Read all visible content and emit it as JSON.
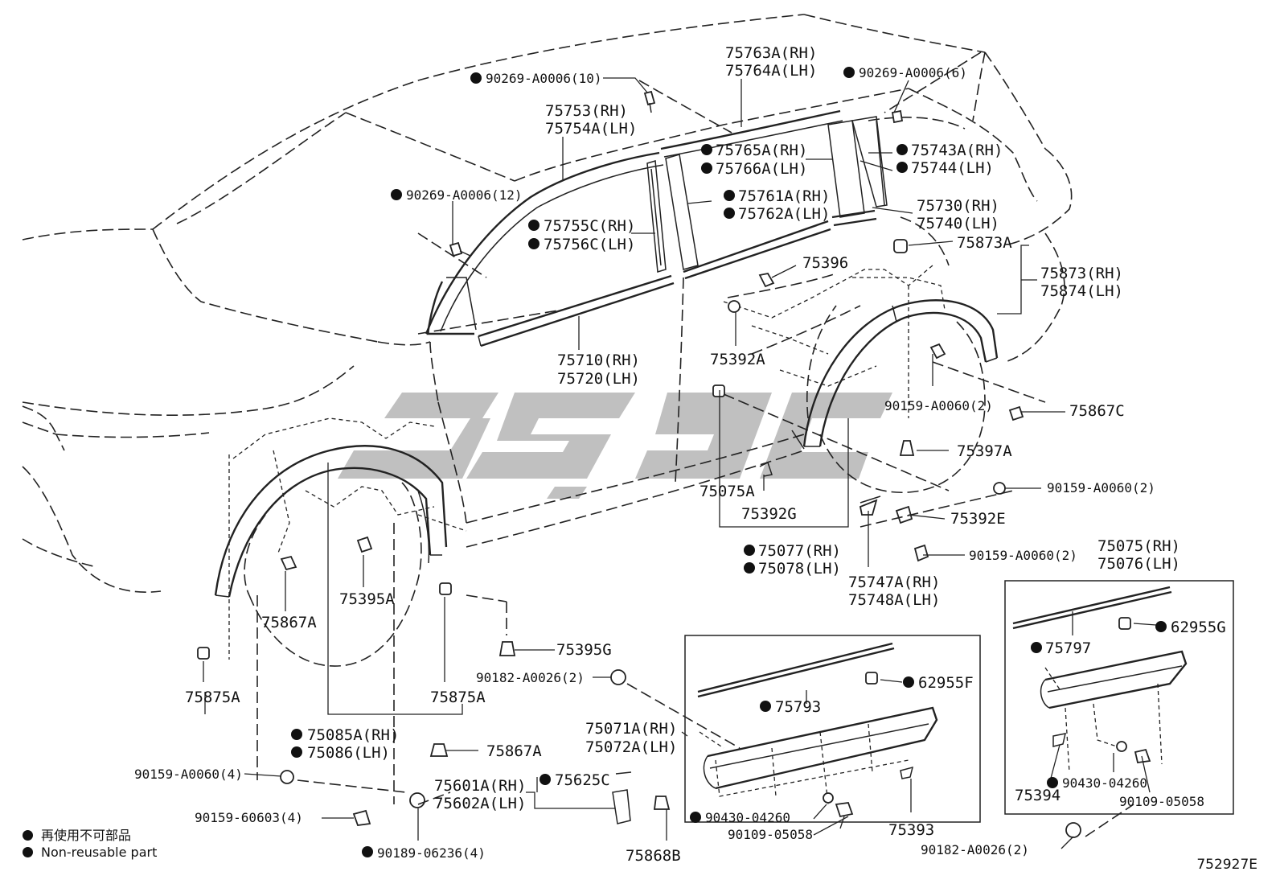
{
  "figure_id": "752927E",
  "legend": {
    "jp": "再使用不可部品",
    "en": "Non-reusable part"
  },
  "labels": {
    "l_75763A": "75763A(RH)",
    "l_75764A": "75764A(LH)",
    "l_90269_10": "90269-A0006(10)",
    "l_90269_6": "90269-A0006(6)",
    "l_75753": "75753(RH)",
    "l_75754A": "75754A(LH)",
    "l_75765A": "75765A(RH)",
    "l_75766A": "75766A(LH)",
    "l_75743A": "75743A(RH)",
    "l_75744": "75744(LH)",
    "l_90269_12": "90269-A0006(12)",
    "l_75761A": "75761A(RH)",
    "l_75762A": "75762A(LH)",
    "l_75730": "75730(RH)",
    "l_75740": "75740(LH)",
    "l_75755C": "75755C(RH)",
    "l_75756C": "75756C(LH)",
    "l_75873A": "75873A",
    "l_75396": "75396",
    "l_75873": "75873(RH)",
    "l_75874": "75874(LH)",
    "l_75710": "75710(RH)",
    "l_75720": "75720(LH)",
    "l_75392A": "75392A",
    "l_90159_r1": "90159-A0060(2)",
    "l_75867C": "75867C",
    "l_75397A": "75397A",
    "l_75075A": "75075A",
    "l_90159_r2": "90159-A0060(2)",
    "l_75392G": "75392G",
    "l_75392E": "75392E",
    "l_75077": "75077(RH)",
    "l_75078": "75078(LH)",
    "l_90159_r3": "90159-A0060(2)",
    "l_75075": "75075(RH)",
    "l_75076": "75076(LH)",
    "l_75747A": "75747A(RH)",
    "l_75748A": "75748A(LH)",
    "l_75867A_1": "75867A",
    "l_75395A": "75395A",
    "l_62955G": "62955G",
    "l_75797": "75797",
    "l_75395G": "75395G",
    "l_90182_1": "90182-A0026(2)",
    "l_75875A_1": "75875A",
    "l_75875A_2": "75875A",
    "l_62955F": "62955F",
    "l_75793": "75793",
    "l_75085A": "75085A(RH)",
    "l_75086": "75086(LH)",
    "l_75071A": "75071A(RH)",
    "l_75072A": "75072A(LH)",
    "l_75867A_2": "75867A",
    "l_90159_4": "90159-A0060(4)",
    "l_75601A": "75601A(RH)",
    "l_75602A": "75602A(LH)",
    "l_75625C": "75625C",
    "l_90159_60603": "90159-60603(4)",
    "l_90430_1": "90430-04260",
    "l_90109_1": "90109-05058",
    "l_75393": "75393",
    "l_75394": "75394",
    "l_90430_2": "90430-04260",
    "l_90109_2": "90109-05058",
    "l_90189": "90189-06236(4)",
    "l_75868B": "75868B",
    "l_90182_2": "90182-A0026(2)"
  }
}
